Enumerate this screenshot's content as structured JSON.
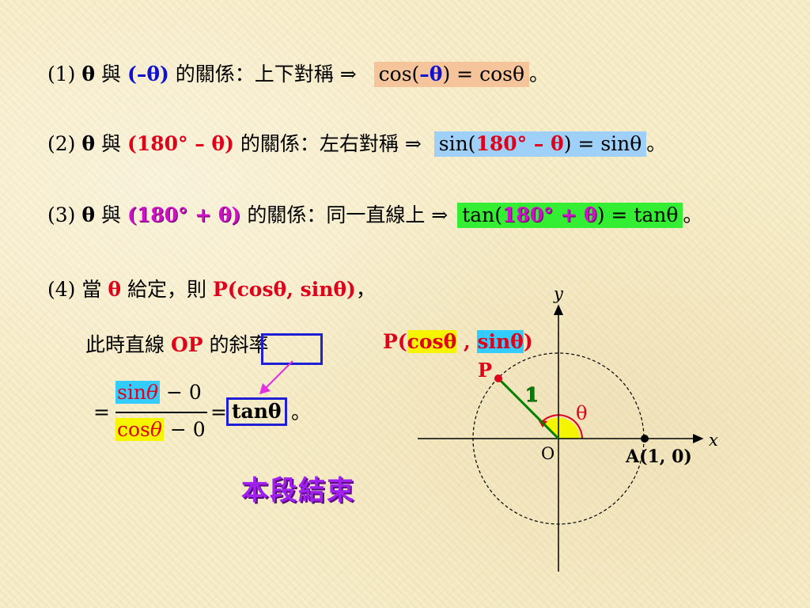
{
  "lines": {
    "l1": {
      "num": "(1)",
      "theta": "θ",
      "yu": "與",
      "paren": "(–θ)",
      "text": "的關係：上下對稱",
      "arrow": "⇒",
      "formula_a": "cos(",
      "formula_b": "–θ",
      "formula_c": ") = cosθ",
      "end": "。"
    },
    "l2": {
      "num": "(2)",
      "theta": "θ",
      "yu": "與",
      "paren": "(180° – θ)",
      "text": "的關係：左右對稱",
      "arrow": "⇒",
      "formula_a": "sin(",
      "formula_b": "180° – θ",
      "formula_c": ") = sinθ",
      "end": "。"
    },
    "l3": {
      "num": "(3)",
      "theta": "θ",
      "yu": "與",
      "paren": "(180° + θ)",
      "text": "的關係：同一直線上",
      "arrow": "⇒",
      "formula_a": "tan(",
      "formula_b": "180° + θ",
      "formula_c": ") = tanθ",
      "end": "。"
    },
    "l4": {
      "num": "(4)",
      "dang": "當",
      "theta": "θ",
      "given": "給定，則",
      "point": "P(cosθ, sinθ)",
      "comma": "，"
    },
    "l5": {
      "prefix": "此時直線",
      "op": "OP",
      "de": "的",
      "slope": "斜率"
    }
  },
  "fraction": {
    "equals1": "=",
    "num_fn": "sin",
    "num_var": "θ",
    "num_rest": " − 0",
    "den_fn": "cos",
    "den_var": "θ",
    "den_rest": " − 0",
    "equals2": "=",
    "result": "tanθ",
    "end": "。"
  },
  "end_text": "本段結束",
  "diagram": {
    "point_label_prefix": "P(",
    "point_cos": "cosθ",
    "point_sep": " , ",
    "point_sin": "sinθ",
    "point_label_suffix": ")",
    "p_label": "P",
    "radius_label": "1",
    "angle_label": "θ",
    "origin_label": "O",
    "x_axis": "x",
    "y_axis": "y",
    "a_label": "A(1, 0)"
  },
  "colors": {
    "blue": "#1010d0",
    "red": "#e0001a",
    "magenta": "#d010c8",
    "orange_box": "#f6c49a",
    "blue_box": "#9fd0f8",
    "green_box": "#33ee33",
    "yellow_highlight": "#f5f500",
    "cyan_highlight": "#33ccff",
    "radius_line": "#008000",
    "angle_fill": "#f5f500",
    "end_text": "#a020f0"
  }
}
